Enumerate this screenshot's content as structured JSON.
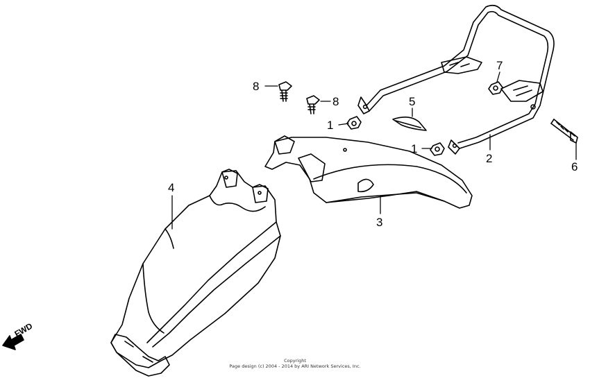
{
  "callouts": {
    "c1a": "1",
    "c1b": "1",
    "c2": "2",
    "c3": "3",
    "c4": "4",
    "c5": "5",
    "c6": "6",
    "c7": "7",
    "c8a": "8",
    "c8b": "8"
  },
  "direction_label": "FWD",
  "copyright": {
    "line1": "Copyright",
    "line2": "Page design (c) 2004 - 2014 by ARI Network Services, Inc."
  },
  "colors": {
    "ink": "#000000",
    "paper": "#ffffff"
  }
}
